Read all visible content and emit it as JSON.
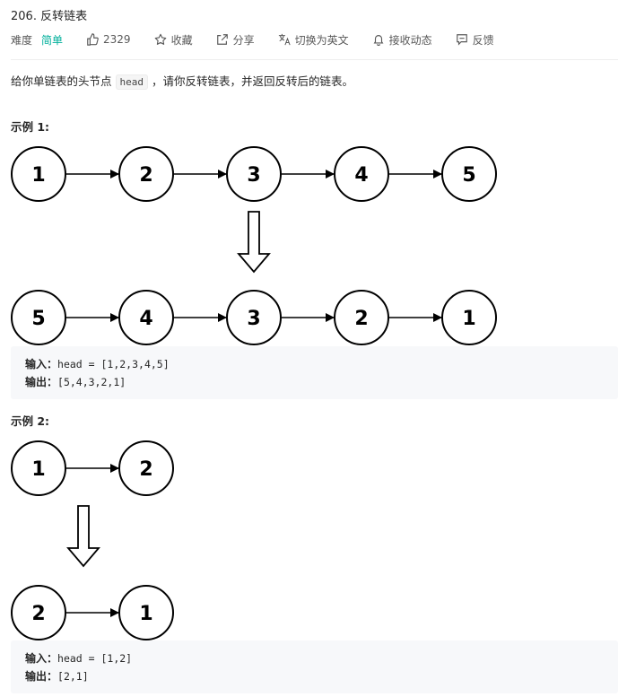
{
  "problem": {
    "title": "206. 反转链表",
    "difficulty_label": "难度",
    "difficulty": "简单",
    "likes": "2329",
    "actions": {
      "favorite": "收藏",
      "share": "分享",
      "switch_lang": "切换为英文",
      "subscribe": "接收动态",
      "feedback": "反馈"
    },
    "description": {
      "before": "给你单链表的头节点",
      "code": "head",
      "after": "，请你反转链表，并返回反转后的链表。"
    }
  },
  "examples": [
    {
      "title": "示例 1:",
      "before_list": [
        "1",
        "2",
        "3",
        "4",
        "5"
      ],
      "after_list": [
        "5",
        "4",
        "3",
        "2",
        "1"
      ],
      "input_label": "输入：",
      "input_value": "head = [1,2,3,4,5]",
      "output_label": "输出：",
      "output_value": "[5,4,3,2,1]"
    },
    {
      "title": "示例 2:",
      "before_list": [
        "1",
        "2"
      ],
      "after_list": [
        "2",
        "1"
      ],
      "input_label": "输入：",
      "input_value": "head = [1,2]",
      "output_label": "输出：",
      "output_value": "[2,1]"
    }
  ],
  "colors": {
    "difficulty_easy": "#00af9b",
    "code_bg": "#f7f8fa"
  },
  "icons": [
    "thumbs-up-icon",
    "star-icon",
    "share-icon",
    "translate-icon",
    "bell-icon",
    "feedback-icon"
  ]
}
